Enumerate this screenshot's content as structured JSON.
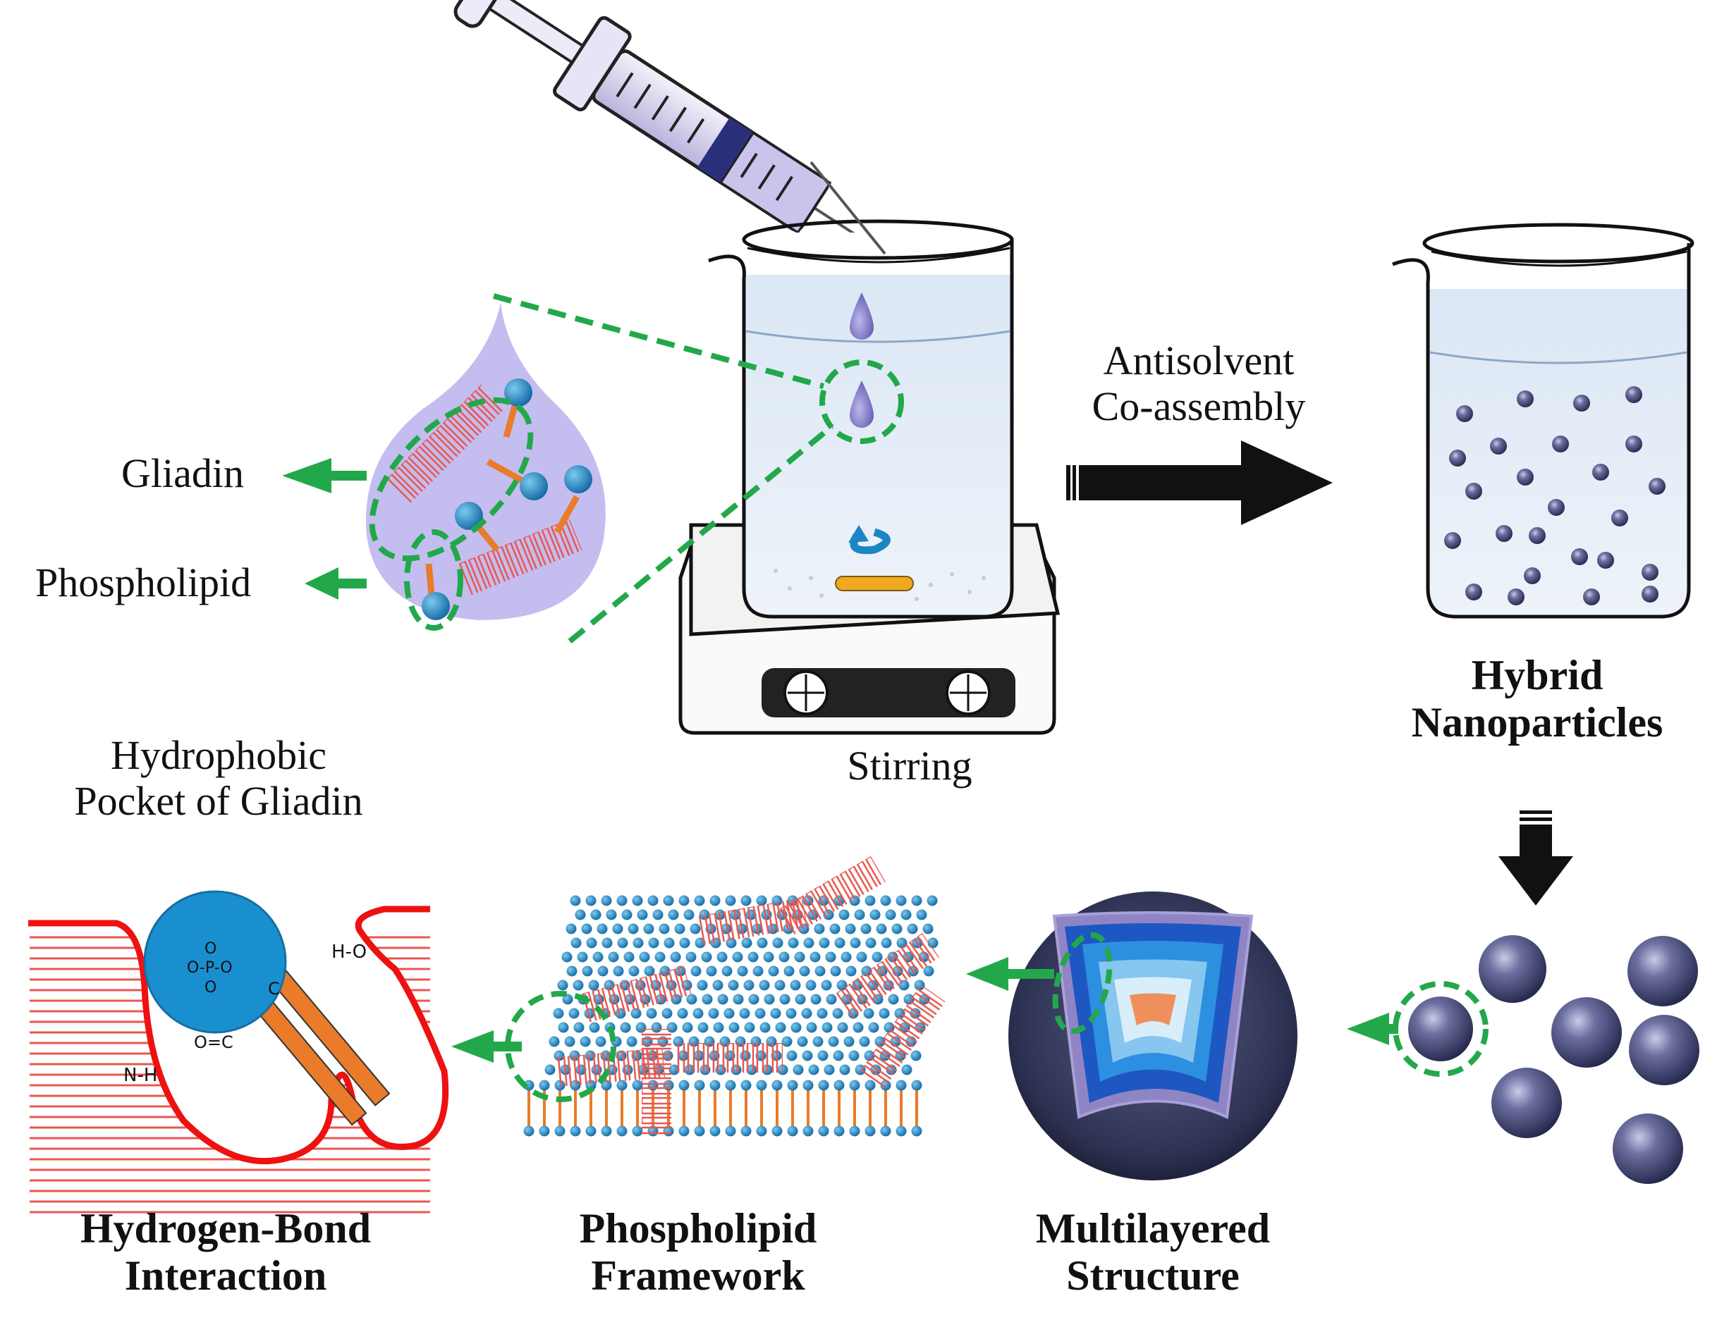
{
  "labels": {
    "gliadin": "Gliadin",
    "phospholipid": "Phospholipid",
    "antisolvent_line1": "Antisolvent",
    "antisolvent_line2": "Co-assembly",
    "stirring": "Stirring",
    "hybrid_line1": "Hybrid",
    "hybrid_line2": "Nanoparticles",
    "pocket_line1": "Hydrophobic",
    "pocket_line2": "Pocket of Gliadin",
    "hbond_line1": "Hydrogen-Bond",
    "hbond_line2": "Interaction",
    "framework_line1": "Phospholipid",
    "framework_line2": "Framework",
    "multi_line1": "Multilayered",
    "multi_line2": "Structure"
  },
  "chem": {
    "nh": "N-H",
    "ho": "H-O",
    "oc": "O=C",
    "c_o": "C",
    "o_top": "O",
    "o_p_o": "O-P-O",
    "o_bottom": "O"
  },
  "colors": {
    "gliadin_helix": "#e8574f",
    "lipid_head": "#1a86c4",
    "lipid_tail": "#e97b2a",
    "selection_ring": "#22a84a",
    "arrow_black": "#111111",
    "nanoparticle": "#4a4d7a",
    "droplet": "#b9b2e6",
    "liquid": "#dfe9f6"
  },
  "icons": [
    "syringe-icon",
    "beaker-icon",
    "stir-plate-icon",
    "nanoparticle-icon",
    "droplet-icon"
  ]
}
